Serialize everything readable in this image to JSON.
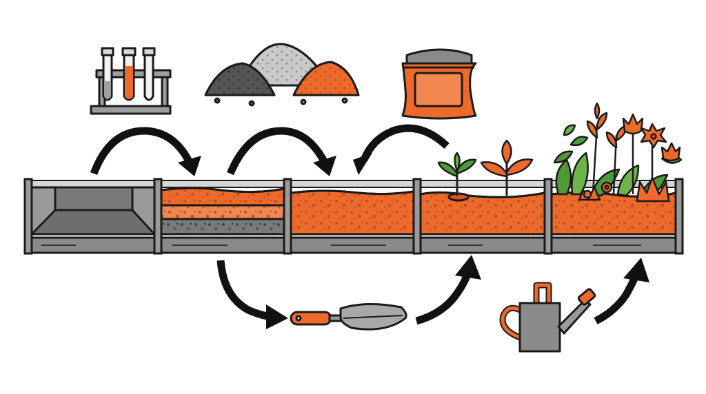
{
  "diagram": {
    "colors": {
      "orange": "#EE6A2A",
      "orange_dark": "#D9531E",
      "soil_dots": "#B8522A",
      "gray_light": "#BDBDBD",
      "gray_mid": "#8A8A8A",
      "gray_dark": "#4E4E4E",
      "green": "#4E9A38",
      "green_light": "#6DB548",
      "outline": "#1A1A1A"
    },
    "stages": [
      {
        "id": "empty-bed",
        "icon": "test-tubes-icon"
      },
      {
        "id": "layered-base",
        "icon": "soil-piles-icon"
      },
      {
        "id": "filled-soil",
        "icon": "compost-bag-icon"
      },
      {
        "id": "seedlings",
        "icon": "trowel-icon"
      },
      {
        "id": "mature-garden",
        "icon": "watering-can-icon"
      }
    ],
    "arrows": [
      {
        "name": "arrow-test-to-bed"
      },
      {
        "name": "arrow-piles-to-soil"
      },
      {
        "name": "arrow-bag-to-soil"
      },
      {
        "name": "arrow-bed-to-trowel"
      },
      {
        "name": "arrow-trowel-to-seedlings"
      },
      {
        "name": "arrow-can-to-garden"
      }
    ]
  }
}
